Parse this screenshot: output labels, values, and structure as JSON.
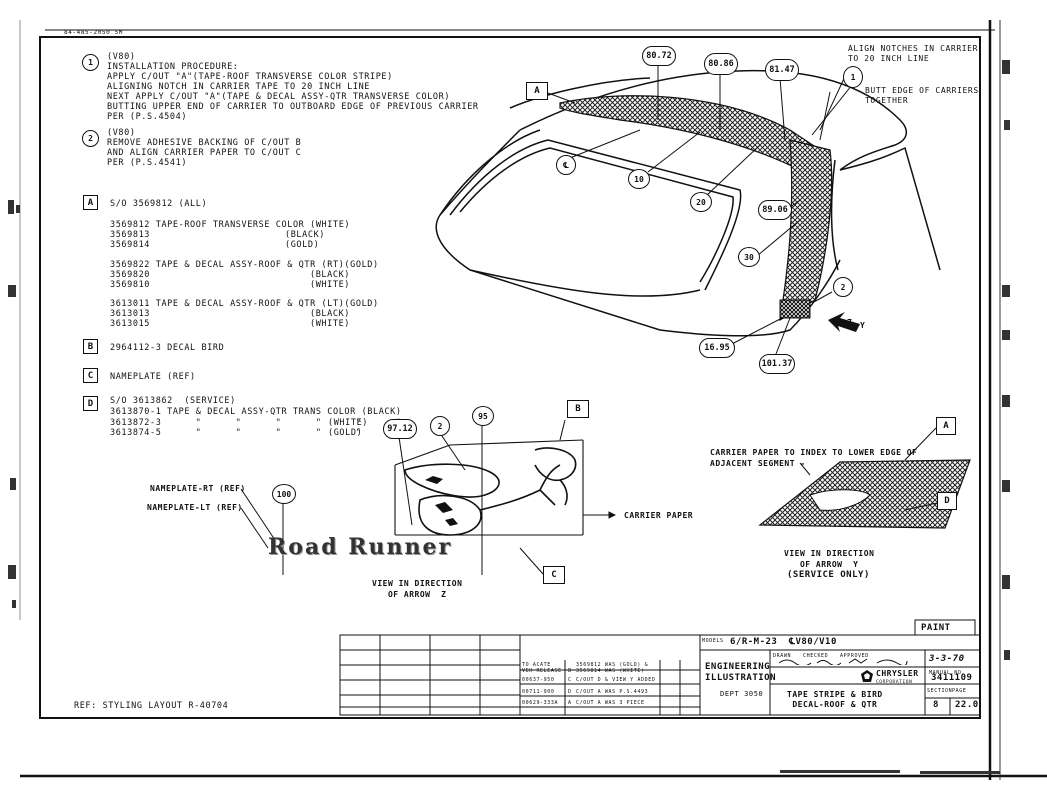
{
  "header_code": "84-485-2050 5M",
  "ref_note": "REF: STYLING LAYOUT R-40704",
  "notes": [
    {
      "num": "1",
      "lines": [
        "(V80)",
        "INSTALLATION PROCEDURE:",
        "APPLY C/OUT \"A\"(TAPE-ROOF TRANSVERSE COLOR STRIPE)",
        "ALIGNING NOTCH IN CARRIER TAPE TO 20 INCH LINE",
        "NEXT APPLY C/OUT \"A\"(TAPE & DECAL ASSY-QTR TRANSVERSE COLOR)",
        "BUTTING UPPER END OF CARRIER TO OUTBOARD EDGE OF PREVIOUS CARRIER",
        "PER (P.S.4504)"
      ]
    },
    {
      "num": "2",
      "lines": [
        "(V80)",
        "REMOVE ADHESIVE BACKING OF C/OUT B",
        "AND ALIGN CARRIER PAPER TO C/OUT C",
        "PER (P.S.4541)"
      ]
    }
  ],
  "parts": {
    "A": {
      "label": "A",
      "heading": "S/O 3569812 (ALL)",
      "groups": [
        [
          [
            "3569812 TAPE-ROOF TRANSVERSE COLOR (WHITE)",
            ""
          ],
          [
            "3569813",
            "(BLACK)"
          ],
          [
            "3569814",
            "(GOLD)"
          ]
        ],
        [
          [
            "3569822 TAPE & DECAL ASSY-ROOF & QTR (RT)(GOLD)",
            ""
          ],
          [
            "3569820",
            "(BLACK)"
          ],
          [
            "3569810",
            "(WHITE)"
          ]
        ],
        [
          [
            "3613011 TAPE & DECAL ASSY-ROOF & QTR (LT)(GOLD)",
            ""
          ],
          [
            "3613013",
            "(BLACK)"
          ],
          [
            "3613015",
            "(WHITE)"
          ]
        ]
      ]
    },
    "B": {
      "label": "B",
      "text": "2964112-3 DECAL BIRD"
    },
    "C": {
      "label": "C",
      "text": "NAMEPLATE (REF)"
    },
    "D": {
      "label": "D",
      "heading": "S/O 3613862  (SERVICE)",
      "rows": [
        [
          "3613870-1 TAPE & DECAL ASSY-QTR TRANS COLOR (BLACK)",
          ""
        ],
        [
          "3613872-3      \"      \"      \"      \"      \"      \"",
          "(WHITE)"
        ],
        [
          "3613874-5      \"      \"      \"      \"      \"      \"",
          "(GOLD)"
        ]
      ]
    }
  },
  "callouts": {
    "d80_72": "80.72",
    "d80_86": "80.86",
    "d81_47": "81.47",
    "d89_06": "89.06",
    "d16_95": "16.95",
    "d101_37": "101.37",
    "d97_12": "97.12",
    "c_cl": "℄",
    "c10": "10",
    "c20": "20",
    "c30": "30",
    "c95": "95",
    "c100": "100",
    "n1": "1",
    "n2": "2",
    "n2b": "2",
    "lA1": "A",
    "lA2": "A",
    "lB": "B",
    "lC": "C",
    "lD": "D"
  },
  "annotations": {
    "align_notches": "ALIGN NOTCHES IN CARRIER\nTO 20 INCH LINE",
    "butt_edge": "BUTT EDGE OF CARRIERS\nTOGETHER",
    "carrier_paper": "CARRIER PAPER",
    "nameplate_rt": "NAMEPLATE-RT (REF)",
    "nameplate_lt": "NAMEPLATE-LT (REF)",
    "nameplate_script": "Road Runner",
    "view_z": "VIEW IN DIRECTION\nOF ARROW  Z",
    "carrier_index": "CARRIER PAPER TO INDEX TO LOWER EDGE OF\nADJACENT SEGMENT -",
    "view_y": "VIEW IN DIRECTION\nOF ARROW  Y",
    "service_only": "(SERVICE ONLY)",
    "arrow_z": "Z",
    "arrow_y": "Y"
  },
  "title_block": {
    "paint": "PAINT",
    "models_label": "MODELS",
    "models": "6/R-M-23  ℄V80/V10",
    "eng_illus": "ENGINEERING\nILLUSTRATION",
    "dept": "DEPT 3050",
    "title": "TAPE STRIPE & BIRD\nDECAL-ROOF & QTR",
    "date": "3-3-70",
    "manual_no": "3411109",
    "section": "8",
    "page": "22.0",
    "brand": "CHRYSLER",
    "brand_sub": "CORPORATION",
    "checked": "CHECKED",
    "drawn": "DRAWN",
    "approved": "APPROVED",
    "manual_label": "MANUAL NO.",
    "section_label": "SECTION",
    "page_label": "PAGE",
    "revisions": [
      {
        "ref": "TO ACATE\nVEH RELEASE",
        "ltr": "B",
        "desc": "3569812 WAS (GOLD) &\n3569814 WAS (WHITE)"
      },
      {
        "ref": "00637-950",
        "ltr": "C",
        "desc": "C/OUT D & VIEW Y ADDED"
      },
      {
        "ref": "00711-900",
        "ltr": "D",
        "desc": "C/OUT A WAS P.S.4493"
      },
      {
        "ref": "00629-333A",
        "ltr": "A",
        "desc": "C/OUT A WAS 3 PIECE"
      }
    ]
  }
}
